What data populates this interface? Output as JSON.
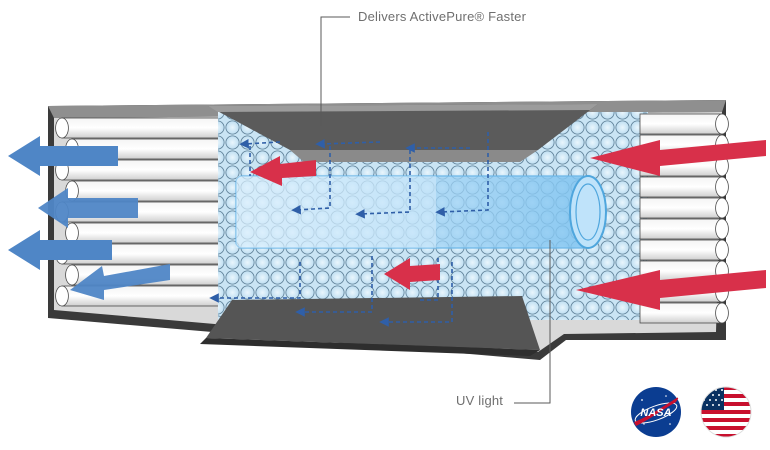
{
  "labels": {
    "top_callout": "Delivers ActivePure® Faster",
    "uv_callout": "UV light"
  },
  "badges": {
    "nasa_wordmark": "NASA",
    "nasa_icon": "nasa-meatball-icon",
    "flag_icon": "us-flag-icon"
  },
  "colors": {
    "frame_dark": "#3a3a3a",
    "frame_light": "#e6e6e6",
    "tube_fill": "#ffffff",
    "tube_stroke": "#4a4a4a",
    "outflow_arrow": "#4f86c6",
    "inflow_arrow": "#d8304a",
    "uv_glow": "#a9d8f5",
    "internal_flow": "#2f5fa8",
    "nasa_blue": "#0b3d91",
    "flag_red": "#c8102e"
  }
}
